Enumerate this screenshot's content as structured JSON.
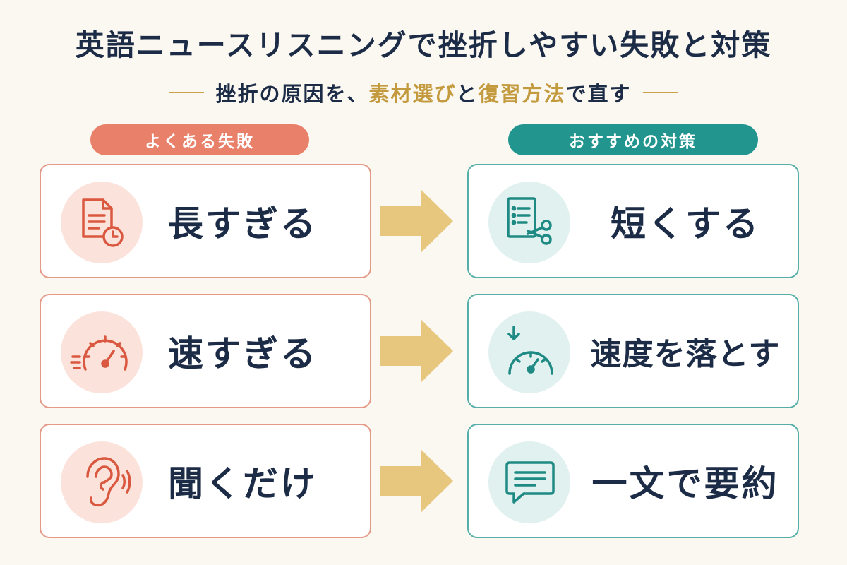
{
  "title": "英語ニュースリスニングで挫折しやすい失敗と対策",
  "subtitle": {
    "part1": "挫折の原因を、",
    "highlight1": "素材選び",
    "part2": "と",
    "highlight2": "復習方法",
    "part3": "で直す"
  },
  "failures": {
    "header": "よくある失敗",
    "items": [
      {
        "label": "長すぎる",
        "icon": "document-clock-icon"
      },
      {
        "label": "速すぎる",
        "icon": "speedometer-fast-icon"
      },
      {
        "label": "聞くだけ",
        "icon": "ear-icon"
      }
    ]
  },
  "solutions": {
    "header": "おすすめの対策",
    "items": [
      {
        "label": "短くする",
        "icon": "document-scissors-icon"
      },
      {
        "label": "速度を落とす",
        "icon": "speedometer-slow-icon"
      },
      {
        "label": "一文で要約",
        "icon": "speech-bubble-icon"
      }
    ]
  },
  "colors": {
    "navy": "#1c2b46",
    "gold": "#c39a3d",
    "coral": "#e8806a",
    "teal": "#22958f",
    "arrow": "#e6c77d"
  }
}
